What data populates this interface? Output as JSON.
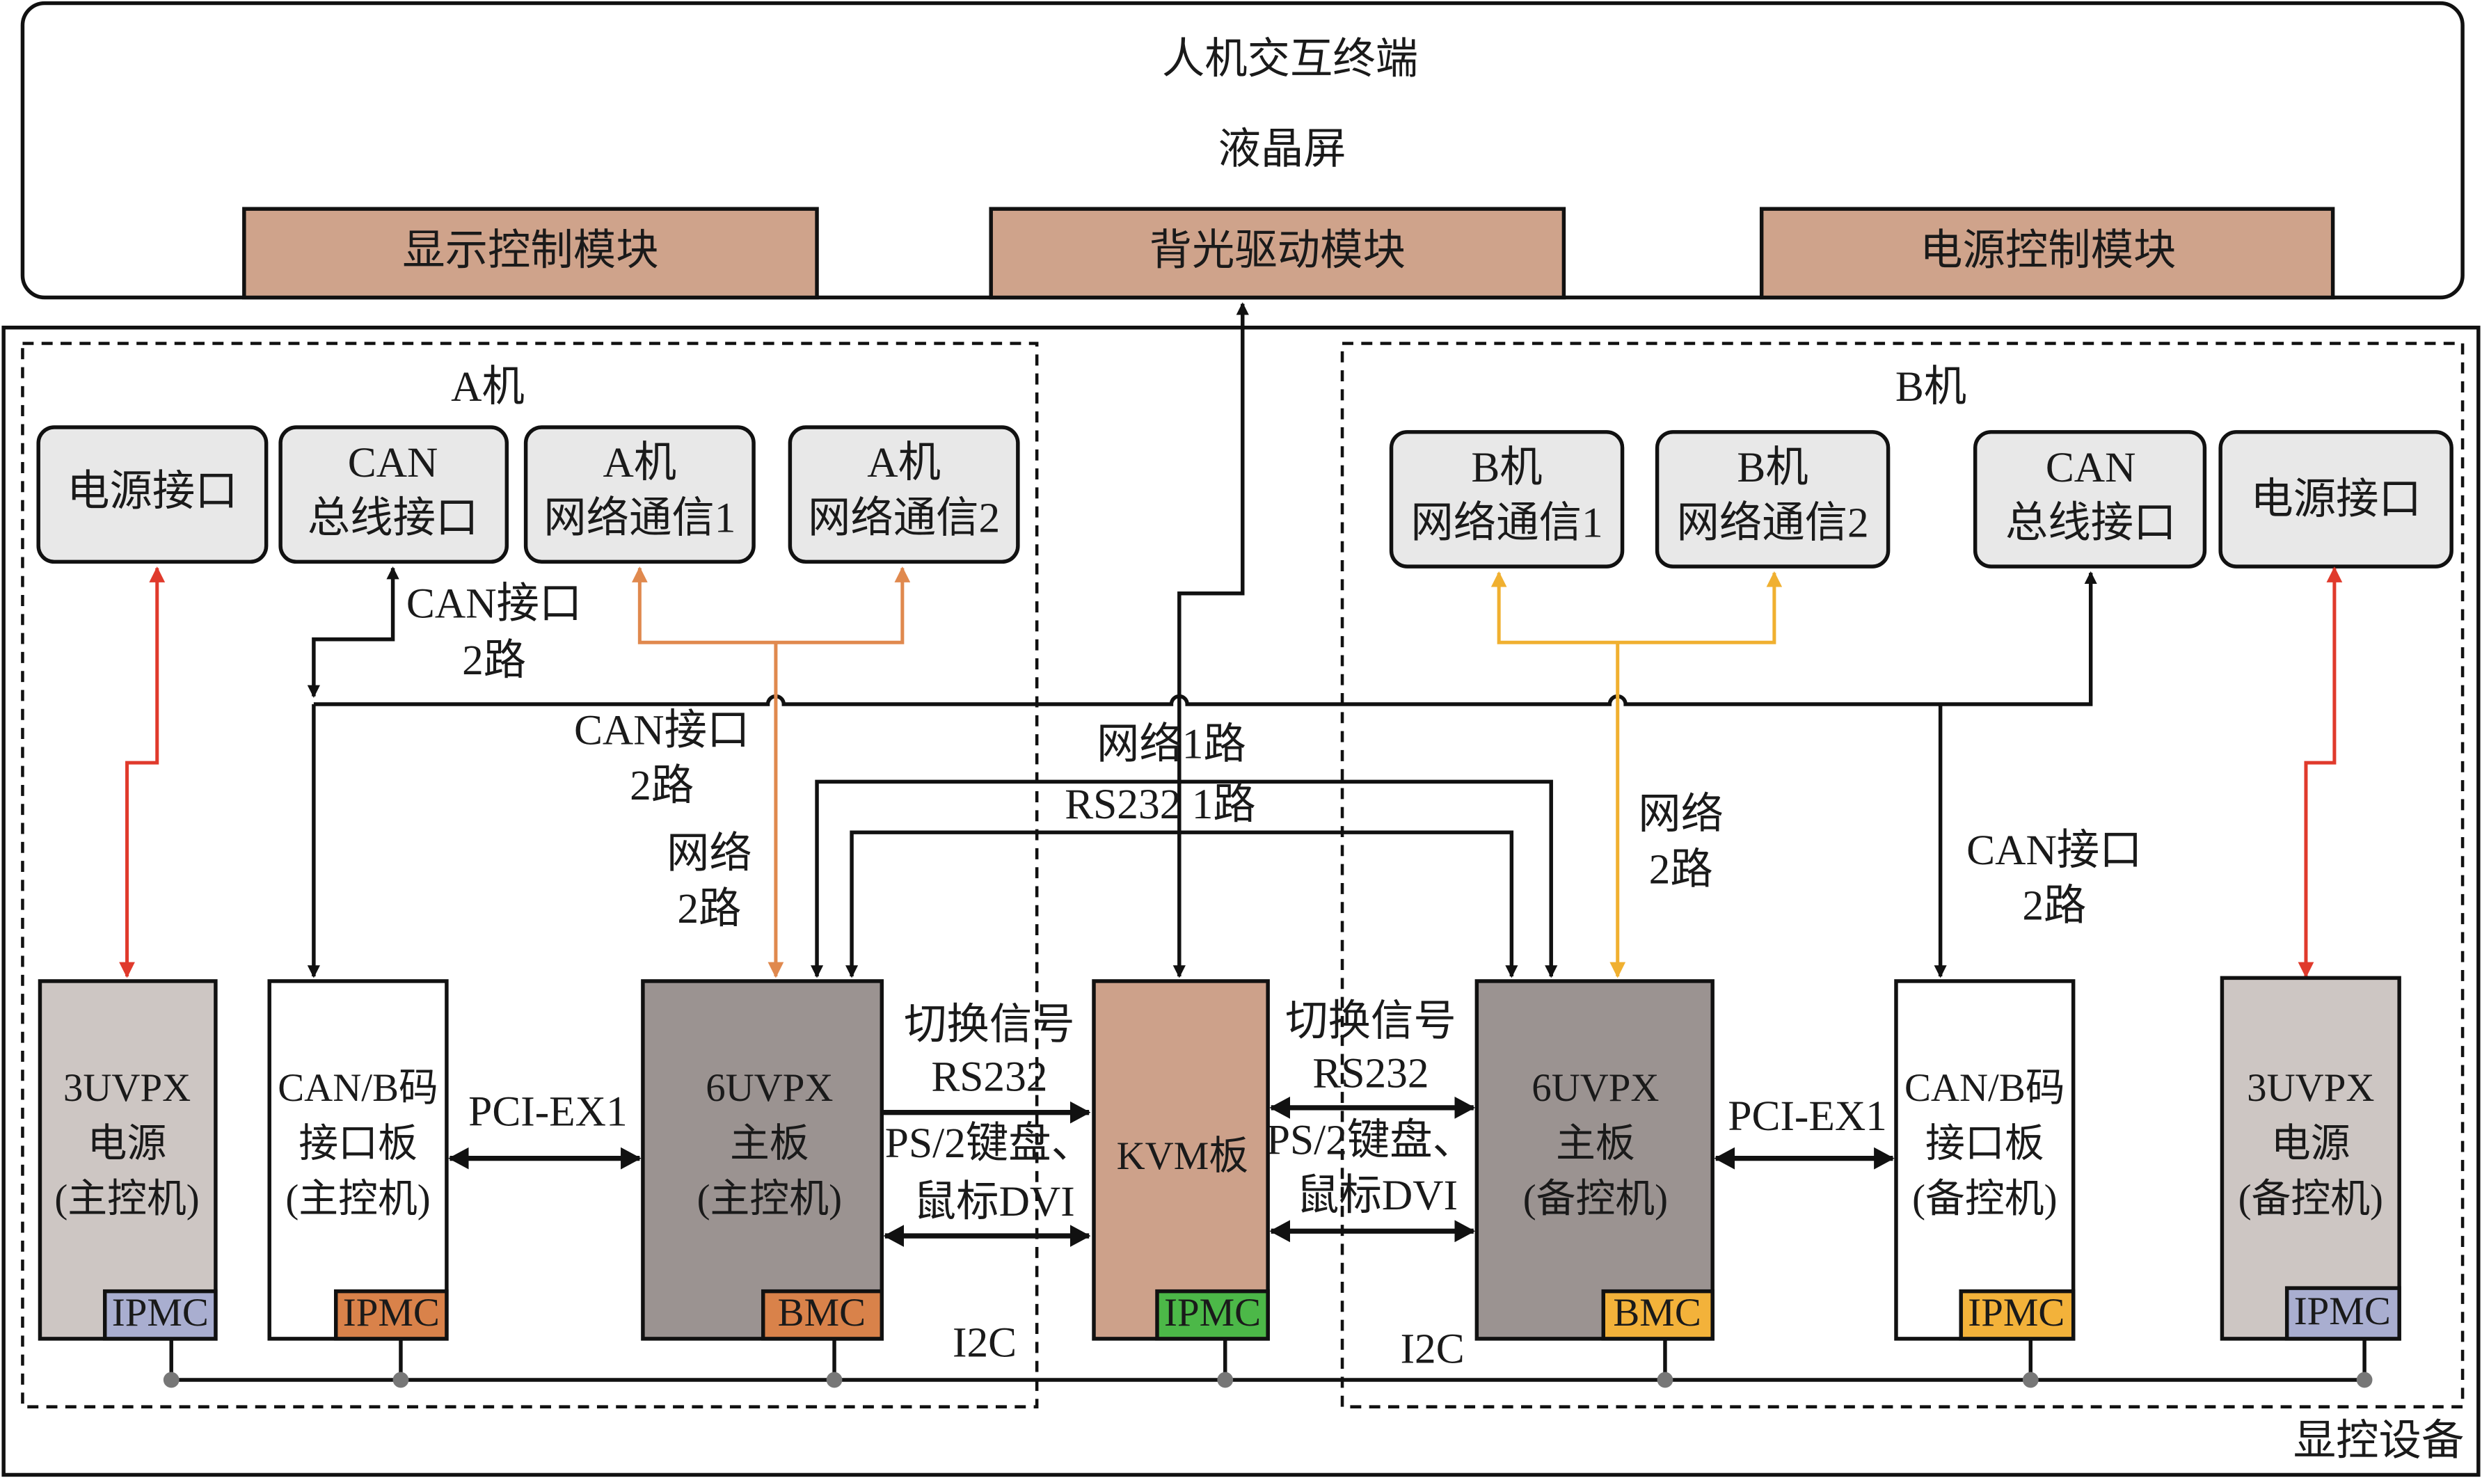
{
  "terminal": {
    "title": "人机交互终端",
    "screen": "液晶屏",
    "modules": [
      "显示控制模块",
      "背光驱动模块",
      "电源控制模块"
    ]
  },
  "device_label": "显控设备",
  "machine_a": {
    "label": "A机",
    "ports": [
      [
        "电源接口"
      ],
      [
        "CAN",
        "总线接口"
      ],
      [
        "A机",
        "网络通信1"
      ],
      [
        "A机",
        "网络通信2"
      ]
    ],
    "boards": [
      {
        "lines": [
          "3UVPX",
          "电源",
          "(主控机)"
        ],
        "chip": "IPMC"
      },
      {
        "lines": [
          "CAN/B码",
          "接口板",
          "(主控机)"
        ],
        "chip": "IPMC"
      },
      {
        "lines": [
          "6UVPX",
          "主板",
          "(主控机)"
        ],
        "chip": "BMC"
      }
    ]
  },
  "kvm": {
    "label": "KVM板",
    "chip": "IPMC"
  },
  "machine_b": {
    "label": "B机",
    "ports": [
      [
        "B机",
        "网络通信1"
      ],
      [
        "B机",
        "网络通信2"
      ],
      [
        "CAN",
        "总线接口"
      ],
      [
        "电源接口"
      ]
    ],
    "boards": [
      {
        "lines": [
          "6UVPX",
          "主板",
          "(备控机)"
        ],
        "chip": "BMC"
      },
      {
        "lines": [
          "CAN/B码",
          "接口板",
          "(备控机)"
        ],
        "chip": "IPMC"
      },
      {
        "lines": [
          "3UVPX",
          "电源",
          "(备控机)"
        ],
        "chip": "IPMC"
      }
    ]
  },
  "links": {
    "can_a_top": [
      "CAN接口",
      "2路"
    ],
    "can_a_mid": [
      "CAN接口",
      "2路"
    ],
    "net_a": [
      "网络",
      "2路"
    ],
    "net_1": "网络1路",
    "rs232_1": "RS232 1路",
    "net_b": [
      "网络",
      "2路"
    ],
    "can_b": [
      "CAN接口",
      "2路"
    ],
    "switch_a": [
      "切换信号",
      "RS232"
    ],
    "ps2_a": [
      "PS/2键盘、",
      "鼠标DVI"
    ],
    "switch_b": [
      "切换信号",
      "RS232"
    ],
    "ps2_b": [
      "PS/2键盘、",
      "鼠标DVI"
    ],
    "pci_a": "PCI-EX1",
    "pci_b": "PCI-EX1",
    "i2c_a": "I2C",
    "i2c_b": "I2C"
  },
  "colors": {
    "module": "#cfa38b",
    "port": "#e8e8e8",
    "board6u": "#9b9391",
    "board3u": "#cdc6c3",
    "kvm": "#cda18a",
    "ipmc_blue": "#a9aed0",
    "ipmc_green": "#4cb848",
    "chip_orange": "#d9824a",
    "chip_yellow": "#f3b23a",
    "power_line": "#e03a2c",
    "net_a_line": "#e0894e",
    "net_b_line": "#f0b030"
  }
}
